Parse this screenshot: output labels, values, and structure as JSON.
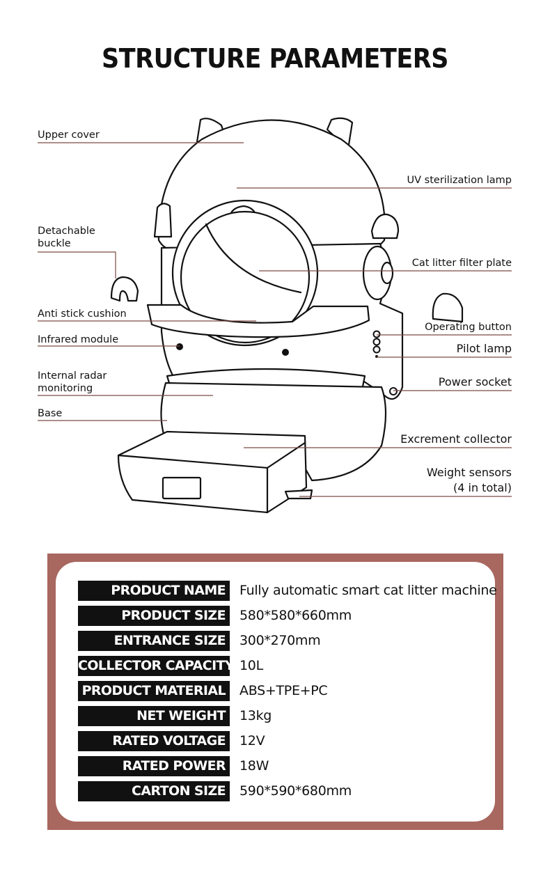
{
  "title": "STRUCTURE PARAMETERS",
  "colors": {
    "accent": "#a8675f",
    "ink": "#111111",
    "panel_bg": "#ffffff"
  },
  "diagram": {
    "left_labels": {
      "upper_cover": "Upper cover",
      "detachable_buckle_1": "Detachable",
      "detachable_buckle_2": "buckle",
      "anti_stick_cushion": "Anti stick cushion",
      "infrared_module": "Infrared module",
      "internal_radar_1": "Internal radar",
      "internal_radar_2": "monitoring",
      "base": "Base"
    },
    "right_labels": {
      "uv_lamp": "UV sterilization lamp",
      "filter_plate": "Cat litter filter plate",
      "operating_button": "Operating button",
      "pilot_lamp": "Pilot lamp",
      "power_socket": "Power socket",
      "excrement_collector": "Excrement collector",
      "weight_sensors_1": "Weight sensors",
      "weight_sensors_2": "(4 in total)"
    }
  },
  "specs": [
    {
      "key": "PRODUCT NAME",
      "value": "Fully automatic smart cat litter machine"
    },
    {
      "key": "PRODUCT SIZE",
      "value": "580*580*660mm"
    },
    {
      "key": "ENTRANCE SIZE",
      "value": "300*270mm"
    },
    {
      "key": "COLLECTOR CAPACITY",
      "value": "10L"
    },
    {
      "key": "PRODUCT MATERIAL",
      "value": "ABS+TPE+PC"
    },
    {
      "key": "NET WEIGHT",
      "value": "13kg"
    },
    {
      "key": "RATED VOLTAGE",
      "value": "12V"
    },
    {
      "key": "RATED POWER",
      "value": "18W"
    },
    {
      "key": "CARTON SIZE",
      "value": "590*590*680mm"
    }
  ]
}
